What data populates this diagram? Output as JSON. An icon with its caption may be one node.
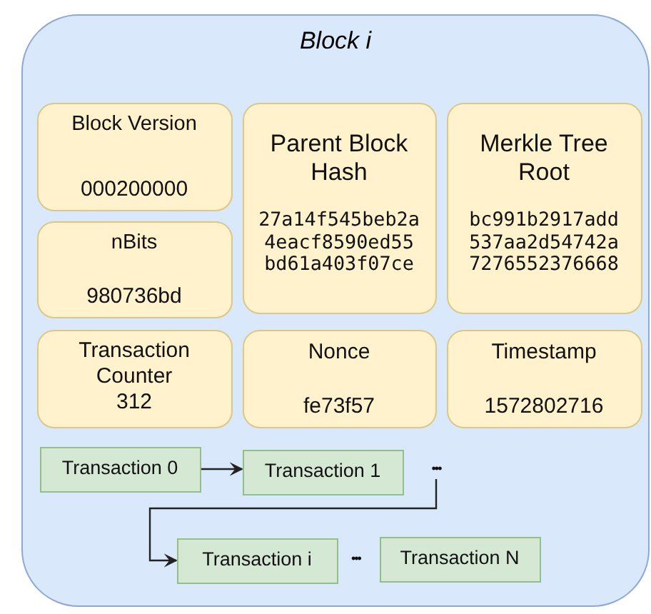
{
  "diagram": {
    "nodes": [
      {
        "text": [
          "Block i"
        ]
      },
      {
        "text": [
          "Block Version",
          "000200000"
        ],
        "in": 0
      },
      {
        "text": [
          "Parent Block Hash",
          "27a14f545beb2a 4eacf8590ed55 bd61a403f07ce"
        ],
        "in": 0
      },
      {
        "text": [
          "Merkle Tree Root",
          "bc991b2917add 537aa2d54742a 7276552376668"
        ],
        "in": 0
      },
      {
        "text": [
          "nBits",
          "980736bd"
        ],
        "in": 0
      },
      {
        "text": [
          "Transaction Counter",
          "312"
        ],
        "in": 0
      },
      {
        "text": [
          "Nonce",
          "fe73f57"
        ],
        "in": 0
      },
      {
        "text": [
          "Timestamp",
          "1572802716"
        ],
        "in": 0
      },
      {
        "text": [
          "Transaction 0"
        ],
        "in": 0
      },
      {
        "text": [
          "Transaction 1"
        ],
        "in": 0
      },
      {
        "text": [
          "•••"
        ],
        "in": 0
      },
      {
        "text": [
          "Transaction i"
        ],
        "in": 0
      },
      {
        "text": [
          "Transaction N"
        ],
        "in": 0
      }
    ],
    "edges": [
      {
        "from": 8,
        "to": 9,
        "arrow": "to"
      },
      {
        "from": 10,
        "to": 11,
        "arrow": "to"
      }
    ],
    "labels": [
      "•••"
    ]
  }
}
